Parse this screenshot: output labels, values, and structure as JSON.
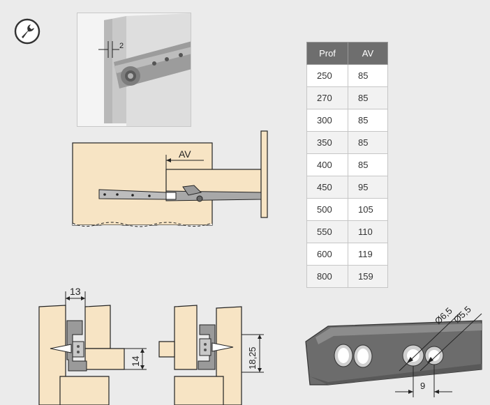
{
  "icons": {
    "tool": "wrench-icon"
  },
  "colors": {
    "panel": "#ebebeb",
    "wood": "#f7e4c4",
    "runner": "#9a9a9a",
    "table_header": "#6e6e6e"
  },
  "drawer_diagram": {
    "av_label": "AV"
  },
  "table": {
    "headers": [
      "Prof",
      "AV"
    ],
    "rows": [
      [
        "250",
        "85"
      ],
      [
        "270",
        "85"
      ],
      [
        "300",
        "85"
      ],
      [
        "350",
        "85"
      ],
      [
        "400",
        "85"
      ],
      [
        "450",
        "95"
      ],
      [
        "500",
        "105"
      ],
      [
        "550",
        "110"
      ],
      [
        "600",
        "119"
      ],
      [
        "800",
        "159"
      ]
    ]
  },
  "photo": {
    "gap_label": "2"
  },
  "detail_left": {
    "width_label": "13",
    "height_label": "14"
  },
  "detail_middle": {
    "height_label": "18,25"
  },
  "detail_right": {
    "hole1_label": "Ø6,5",
    "hole2_label": "Ø5,5",
    "spacing_label": "9"
  }
}
